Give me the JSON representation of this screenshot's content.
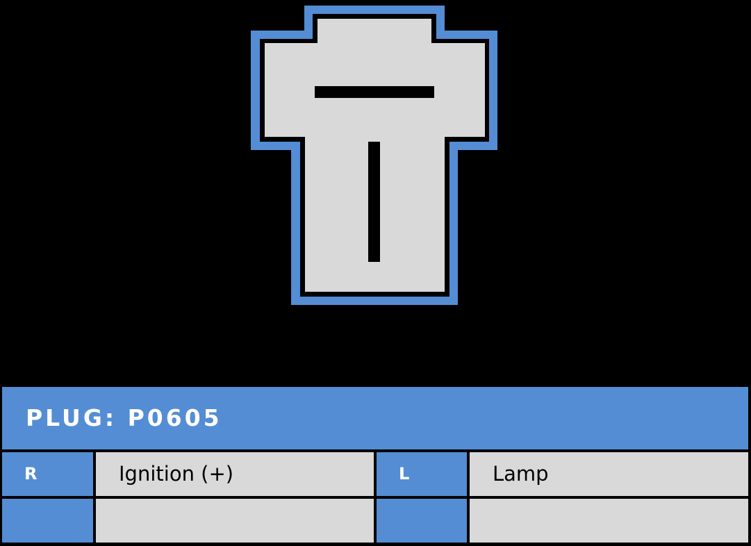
{
  "colors": {
    "background": "#000000",
    "accent_blue": "#548dd4",
    "body_gray": "#d9d9d9",
    "slot_black": "#000000",
    "header_text": "#ffffff"
  },
  "diagram": {
    "shape": "T-shaped connector plug",
    "pins": [
      {
        "id": "pin-horizontal",
        "orientation": "horizontal"
      },
      {
        "id": "pin-vertical",
        "orientation": "vertical"
      }
    ]
  },
  "table": {
    "title": "PLUG: P0605",
    "rows": [
      {
        "pin1": "R",
        "desc1": "Ignition (+)",
        "pin2": "L",
        "desc2": "Lamp"
      },
      {
        "pin1": "",
        "desc1": "",
        "pin2": "",
        "desc2": ""
      }
    ]
  }
}
